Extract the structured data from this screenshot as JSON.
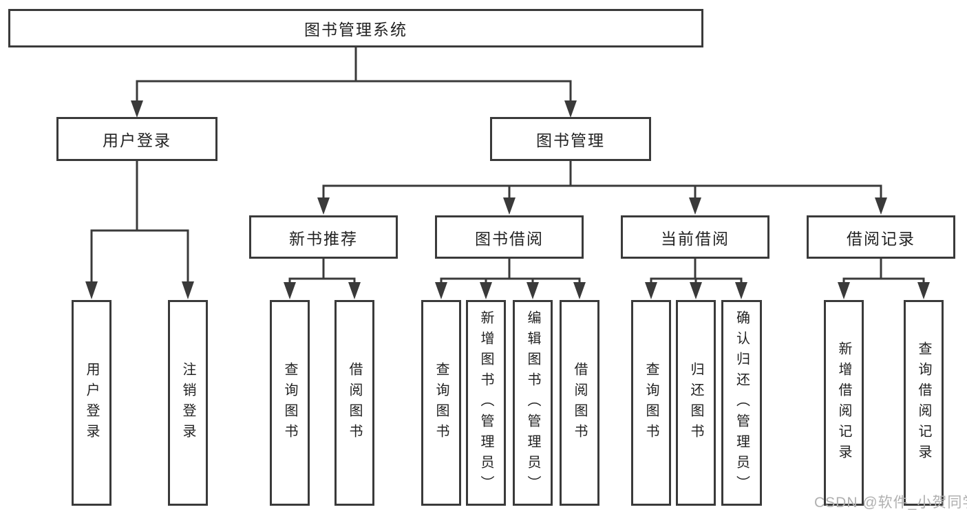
{
  "tree": {
    "root": {
      "label": "图书管理系统",
      "children": [
        {
          "label": "用户登录",
          "children": [
            {
              "label": "用户登录"
            },
            {
              "label": "注销登录"
            }
          ]
        },
        {
          "label": "图书管理",
          "children": [
            {
              "label": "新书推荐",
              "children": [
                {
                  "label": "查询图书"
                },
                {
                  "label": "借阅图书"
                }
              ]
            },
            {
              "label": "图书借阅",
              "children": [
                {
                  "label": "查询图书"
                },
                {
                  "label": "新增图书（管理员）"
                },
                {
                  "label": "编辑图书（管理员）"
                },
                {
                  "label": "借阅图书"
                }
              ]
            },
            {
              "label": "当前借阅",
              "children": [
                {
                  "label": "查询图书"
                },
                {
                  "label": "归还图书"
                },
                {
                  "label": "确认归还（管理员）"
                }
              ]
            },
            {
              "label": "借阅记录",
              "children": [
                {
                  "label": "新增借阅记录"
                },
                {
                  "label": "查询借阅记录"
                }
              ]
            }
          ]
        }
      ]
    }
  },
  "watermark": {
    "text": "CSDN @软件_小贺同学"
  },
  "colors": {
    "line": "#3a3a3a",
    "text": "#222222",
    "box_background": "#ffffff",
    "page_background": "#ffffff",
    "watermark": "#b0b0b0"
  }
}
